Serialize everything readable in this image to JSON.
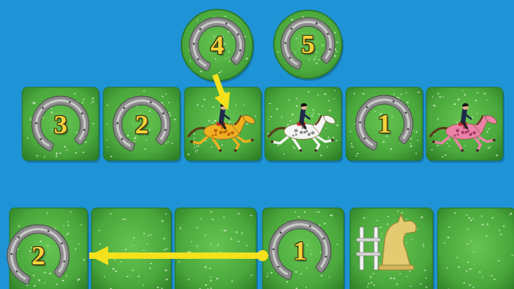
{
  "diagram": {
    "nodes": [
      {
        "text": [
          "4"
        ]
      },
      {
        "text": [
          "5"
        ]
      },
      {
        "text": [
          "3"
        ]
      },
      {
        "text": [
          "2"
        ]
      },
      {
        "text": [
          "1"
        ]
      },
      {
        "text": [
          "2"
        ]
      },
      {
        "text": [
          "1"
        ]
      }
    ],
    "edges": [
      {
        "from": 6,
        "to": 5,
        "arrow": "to"
      }
    ]
  }
}
